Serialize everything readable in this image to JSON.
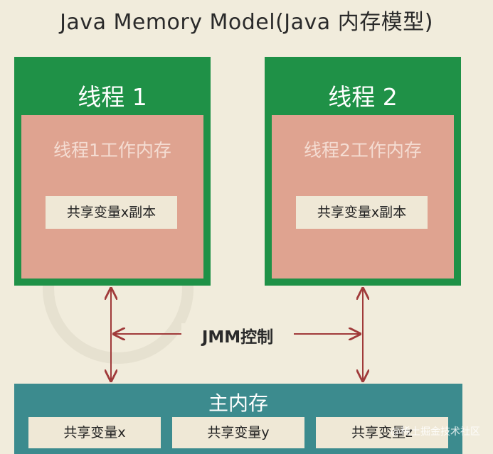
{
  "title": "Java Memory Model(Java 内存模型)",
  "threads": [
    {
      "label": "线程 1",
      "work_memory": "线程1工作内存",
      "copy": "共享变量x副本"
    },
    {
      "label": "线程 2",
      "work_memory": "线程2工作内存",
      "copy": "共享变量x副本"
    }
  ],
  "jmm_label": "JMM控制",
  "main_memory": {
    "label": "主内存",
    "vars": [
      "共享变量x",
      "共享变量y",
      "共享变量z"
    ]
  },
  "watermark": "@稀土掘金技术社区",
  "colors": {
    "thread_green": "#1f9147",
    "work_memory_pink": "#dfa390",
    "main_memory_teal": "#3c8b8e",
    "arrow_red": "#a03a3a",
    "background": "#f1ecdc"
  }
}
